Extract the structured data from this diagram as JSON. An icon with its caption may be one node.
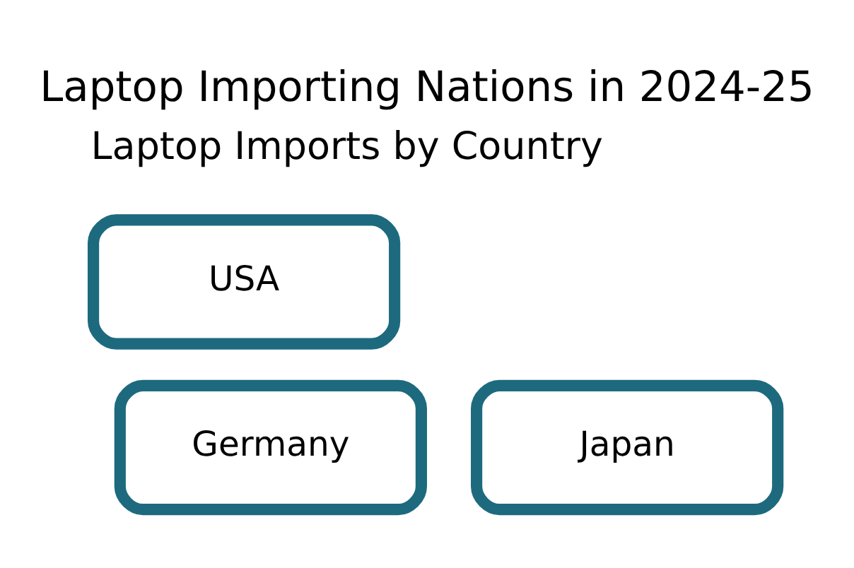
{
  "diagram": {
    "title": "Laptop Importing Nations in 2024-25",
    "nodes": [
      {
        "text": [
          "USA"
        ]
      },
      {
        "text": [
          "Germany"
        ]
      },
      {
        "text": [
          "Japan"
        ]
      }
    ],
    "labels": [
      "Laptop Imports by Country"
    ]
  }
}
